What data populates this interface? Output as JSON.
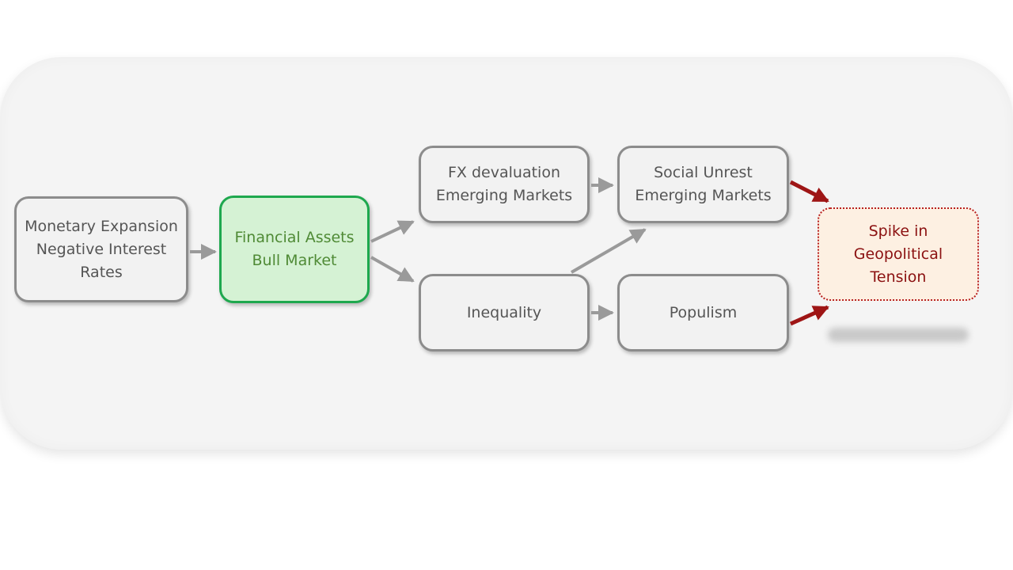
{
  "diagram": {
    "nodes": {
      "monetary": {
        "lines": [
          "Monetary Expansion",
          "Negative Interest",
          "Rates"
        ]
      },
      "financial": {
        "lines": [
          "Financial Assets",
          "Bull Market"
        ]
      },
      "fx": {
        "lines": [
          "FX devaluation",
          "Emerging Markets"
        ]
      },
      "inequality": {
        "lines": [
          "Inequality"
        ]
      },
      "social": {
        "lines": [
          "Social Unrest",
          "Emerging Markets"
        ]
      },
      "populism": {
        "lines": [
          "Populism"
        ]
      },
      "spike": {
        "lines": [
          "Spike in",
          "Geopolitical",
          "Tension"
        ]
      }
    },
    "edges": [
      {
        "from": "monetary",
        "to": "financial",
        "color": "#9a9a9a"
      },
      {
        "from": "financial",
        "to": "fx",
        "color": "#9a9a9a"
      },
      {
        "from": "financial",
        "to": "inequality",
        "color": "#9a9a9a"
      },
      {
        "from": "fx",
        "to": "social",
        "color": "#9a9a9a"
      },
      {
        "from": "inequality",
        "to": "social",
        "color": "#9a9a9a"
      },
      {
        "from": "inequality",
        "to": "populism",
        "color": "#9a9a9a"
      },
      {
        "from": "social",
        "to": "spike",
        "color": "#9e1515"
      },
      {
        "from": "populism",
        "to": "spike",
        "color": "#9e1515"
      }
    ],
    "colors": {
      "node_fill": "#f2f2f2",
      "node_border": "#8c8c8c",
      "highlight_fill": "#d5f2d4",
      "highlight_border": "#1ea84e",
      "highlight_text": "#4f8a35",
      "outcome_fill": "#fdf0e2",
      "outcome_border": "#b82020",
      "outcome_text": "#8b1111"
    }
  }
}
